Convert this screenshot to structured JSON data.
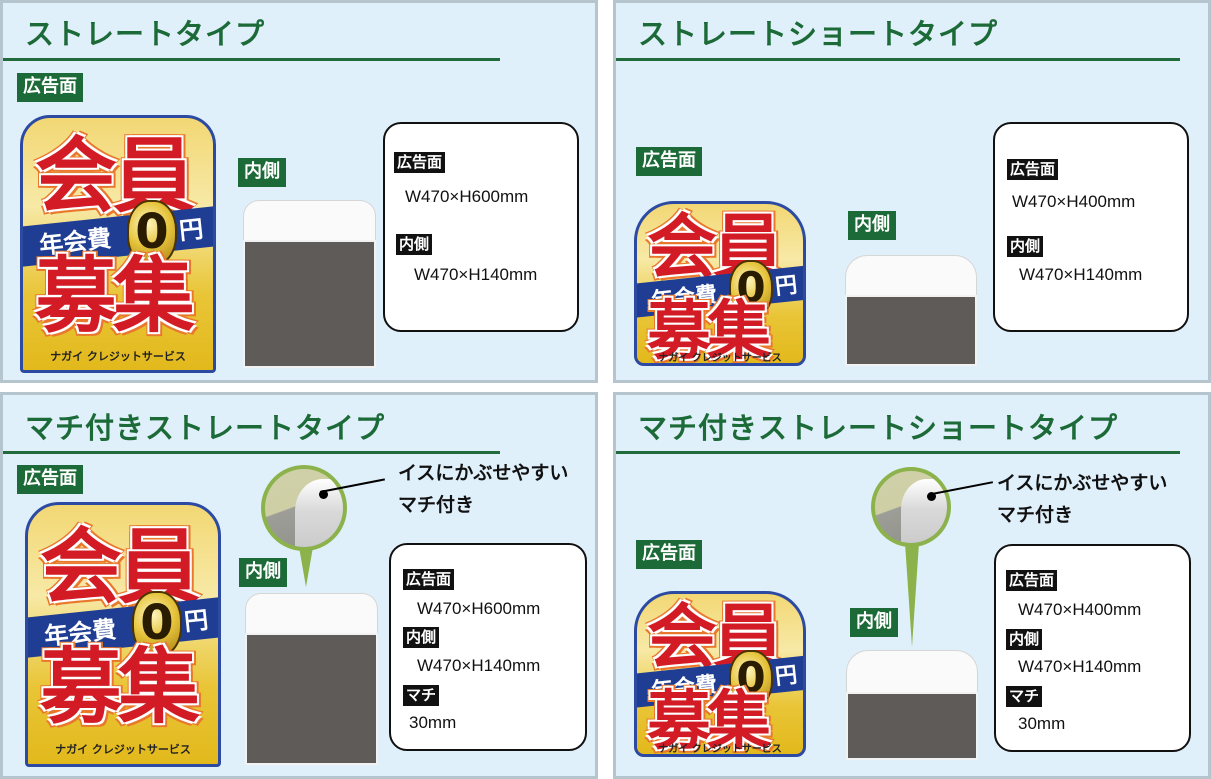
{
  "colors": {
    "panel_bg": "#dff0fb",
    "panel_border": "#b6c4ce",
    "title_green": "#1c6a37",
    "banner_red": "#d21b25",
    "banner_blue": "#1f3d93",
    "banner_yellow": "#e9c537",
    "inner_gray": "#5e5b59",
    "magnifier_ring": "#8cb34b"
  },
  "banner_artwork": {
    "line1": "会員",
    "stripe": "年会費",
    "zero": "0",
    "yen": "円",
    "line2": "募集",
    "footer": "ナガイ クレジットサービス"
  },
  "panels": [
    {
      "title": "ストレートタイプ",
      "ad_face_label": "広告面",
      "inner_label": "内側",
      "specs": [
        {
          "label": "広告面",
          "value": "W470×H600mm"
        },
        {
          "label": "内側",
          "value": "W470×H140mm"
        }
      ]
    },
    {
      "title": "ストレートショートタイプ",
      "ad_face_label": "広告面",
      "inner_label": "内側",
      "specs": [
        {
          "label": "広告面",
          "value": "W470×H400mm"
        },
        {
          "label": "内側",
          "value": "W470×H140mm"
        }
      ]
    },
    {
      "title": "マチ付きストレートタイプ",
      "ad_face_label": "広告面",
      "inner_label": "内側",
      "callout": {
        "line1": "イスにかぶせやすい",
        "line2": "マチ付き"
      },
      "specs": [
        {
          "label": "広告面",
          "value": "W470×H600mm"
        },
        {
          "label": "内側",
          "value": "W470×H140mm"
        },
        {
          "label": "マチ",
          "value": "30mm"
        }
      ]
    },
    {
      "title": "マチ付きストレートショートタイプ",
      "ad_face_label": "広告面",
      "inner_label": "内側",
      "callout": {
        "line1": "イスにかぶせやすい",
        "line2": "マチ付き"
      },
      "specs": [
        {
          "label": "広告面",
          "value": "W470×H400mm"
        },
        {
          "label": "内側",
          "value": "W470×H140mm"
        },
        {
          "label": "マチ",
          "value": "30mm"
        }
      ]
    }
  ]
}
